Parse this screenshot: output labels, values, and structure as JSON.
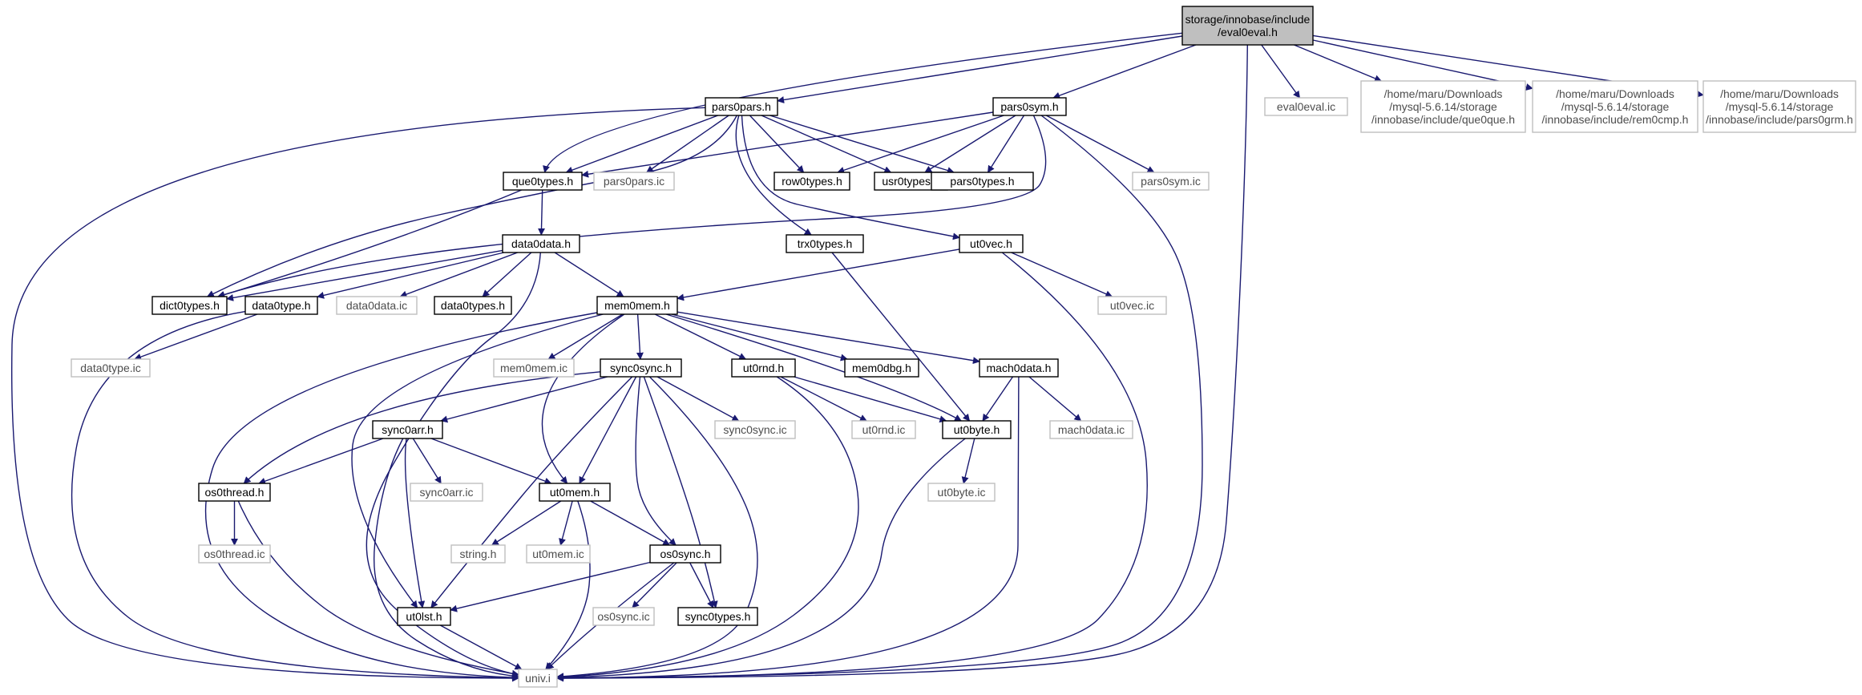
{
  "colors": {
    "edge": "#191970",
    "node_border": "#000000",
    "ext_border": "#bfbfbf",
    "root_fill": "#bfbfbf",
    "ext_text": "#4d4d4d"
  },
  "nodes": [
    {
      "id": "eval0eval_h",
      "label": [
        "storage/innobase/include",
        "/eval0eval.h"
      ],
      "kind": "root"
    },
    {
      "id": "pars0pars_h",
      "label": [
        "pars0pars.h"
      ],
      "kind": "file"
    },
    {
      "id": "pars0sym_h",
      "label": [
        "pars0sym.h"
      ],
      "kind": "file"
    },
    {
      "id": "eval0eval_ic",
      "label": [
        "eval0eval.ic"
      ],
      "kind": "ext"
    },
    {
      "id": "que0que_h",
      "label": [
        "/home/maru/Downloads",
        "/mysql-5.6.14/storage",
        "/innobase/include/que0que.h"
      ],
      "kind": "ext"
    },
    {
      "id": "rem0cmp_h",
      "label": [
        "/home/maru/Downloads",
        "/mysql-5.6.14/storage",
        "/innobase/include/rem0cmp.h"
      ],
      "kind": "ext"
    },
    {
      "id": "pars0grm_h",
      "label": [
        "/home/maru/Downloads",
        "/mysql-5.6.14/storage",
        "/innobase/include/pars0grm.h"
      ],
      "kind": "ext"
    },
    {
      "id": "que0types_h",
      "label": [
        "que0types.h"
      ],
      "kind": "file"
    },
    {
      "id": "pars0pars_ic",
      "label": [
        "pars0pars.ic"
      ],
      "kind": "ext"
    },
    {
      "id": "row0types_h",
      "label": [
        "row0types.h"
      ],
      "kind": "file"
    },
    {
      "id": "usr0types_h",
      "label": [
        "usr0types.h"
      ],
      "kind": "file"
    },
    {
      "id": "pars0types_h",
      "label": [
        "pars0types.h"
      ],
      "kind": "file"
    },
    {
      "id": "pars0sym_ic",
      "label": [
        "pars0sym.ic"
      ],
      "kind": "ext"
    },
    {
      "id": "data0data_h",
      "label": [
        "data0data.h"
      ],
      "kind": "file"
    },
    {
      "id": "trx0types_h",
      "label": [
        "trx0types.h"
      ],
      "kind": "file"
    },
    {
      "id": "ut0vec_h",
      "label": [
        "ut0vec.h"
      ],
      "kind": "file"
    },
    {
      "id": "dict0types_h",
      "label": [
        "dict0types.h"
      ],
      "kind": "file"
    },
    {
      "id": "data0type_h",
      "label": [
        "data0type.h"
      ],
      "kind": "file"
    },
    {
      "id": "data0data_ic",
      "label": [
        "data0data.ic"
      ],
      "kind": "ext"
    },
    {
      "id": "data0types_h",
      "label": [
        "data0types.h"
      ],
      "kind": "file"
    },
    {
      "id": "mem0mem_h",
      "label": [
        "mem0mem.h"
      ],
      "kind": "file"
    },
    {
      "id": "ut0vec_ic",
      "label": [
        "ut0vec.ic"
      ],
      "kind": "ext"
    },
    {
      "id": "data0type_ic",
      "label": [
        "data0type.ic"
      ],
      "kind": "ext"
    },
    {
      "id": "mem0mem_ic",
      "label": [
        "mem0mem.ic"
      ],
      "kind": "ext"
    },
    {
      "id": "sync0sync_h",
      "label": [
        "sync0sync.h"
      ],
      "kind": "file"
    },
    {
      "id": "ut0rnd_h",
      "label": [
        "ut0rnd.h"
      ],
      "kind": "file"
    },
    {
      "id": "mem0dbg_h",
      "label": [
        "mem0dbg.h"
      ],
      "kind": "file"
    },
    {
      "id": "mach0data_h",
      "label": [
        "mach0data.h"
      ],
      "kind": "file"
    },
    {
      "id": "sync0arr_h",
      "label": [
        "sync0arr.h"
      ],
      "kind": "file"
    },
    {
      "id": "sync0sync_ic",
      "label": [
        "sync0sync.ic"
      ],
      "kind": "ext"
    },
    {
      "id": "ut0rnd_ic",
      "label": [
        "ut0rnd.ic"
      ],
      "kind": "ext"
    },
    {
      "id": "ut0byte_h",
      "label": [
        "ut0byte.h"
      ],
      "kind": "file"
    },
    {
      "id": "mach0data_ic",
      "label": [
        "mach0data.ic"
      ],
      "kind": "ext"
    },
    {
      "id": "os0thread_h",
      "label": [
        "os0thread.h"
      ],
      "kind": "file"
    },
    {
      "id": "sync0arr_ic",
      "label": [
        "sync0arr.ic"
      ],
      "kind": "ext"
    },
    {
      "id": "ut0mem_h",
      "label": [
        "ut0mem.h"
      ],
      "kind": "file"
    },
    {
      "id": "ut0byte_ic",
      "label": [
        "ut0byte.ic"
      ],
      "kind": "ext"
    },
    {
      "id": "os0thread_ic",
      "label": [
        "os0thread.ic"
      ],
      "kind": "ext"
    },
    {
      "id": "string_h",
      "label": [
        "string.h"
      ],
      "kind": "ext"
    },
    {
      "id": "ut0mem_ic",
      "label": [
        "ut0mem.ic"
      ],
      "kind": "ext"
    },
    {
      "id": "os0sync_h",
      "label": [
        "os0sync.h"
      ],
      "kind": "file"
    },
    {
      "id": "ut0lst_h",
      "label": [
        "ut0lst.h"
      ],
      "kind": "file"
    },
    {
      "id": "os0sync_ic",
      "label": [
        "os0sync.ic"
      ],
      "kind": "ext"
    },
    {
      "id": "sync0types_h",
      "label": [
        "sync0types.h"
      ],
      "kind": "file"
    },
    {
      "id": "univ_i",
      "label": [
        "univ.i"
      ],
      "kind": "ext"
    }
  ],
  "edges": [
    [
      "eval0eval_h",
      "pars0pars_h"
    ],
    [
      "eval0eval_h",
      "pars0sym_h"
    ],
    [
      "eval0eval_h",
      "que0types_h"
    ],
    [
      "eval0eval_h",
      "eval0eval_ic"
    ],
    [
      "eval0eval_h",
      "que0que_h"
    ],
    [
      "eval0eval_h",
      "rem0cmp_h"
    ],
    [
      "eval0eval_h",
      "pars0grm_h"
    ],
    [
      "eval0eval_h",
      "univ_i"
    ],
    [
      "pars0pars_h",
      "que0types_h"
    ],
    [
      "pars0pars_h",
      "pars0pars_ic"
    ],
    [
      "pars0pars_h",
      "row0types_h"
    ],
    [
      "pars0pars_h",
      "usr0types_h"
    ],
    [
      "pars0pars_h",
      "pars0types_h"
    ],
    [
      "pars0pars_h",
      "trx0types_h"
    ],
    [
      "pars0pars_h",
      "ut0vec_h"
    ],
    [
      "pars0pars_h",
      "dict0types_h"
    ],
    [
      "pars0pars_h",
      "univ_i"
    ],
    [
      "pars0sym_h",
      "que0types_h"
    ],
    [
      "pars0sym_h",
      "row0types_h"
    ],
    [
      "pars0sym_h",
      "usr0types_h"
    ],
    [
      "pars0sym_h",
      "pars0types_h"
    ],
    [
      "pars0sym_h",
      "pars0sym_ic"
    ],
    [
      "pars0sym_h",
      "dict0types_h"
    ],
    [
      "pars0sym_h",
      "univ_i"
    ],
    [
      "que0types_h",
      "data0data_h"
    ],
    [
      "que0types_h",
      "dict0types_h"
    ],
    [
      "data0data_h",
      "dict0types_h"
    ],
    [
      "data0data_h",
      "data0type_h"
    ],
    [
      "data0data_h",
      "data0data_ic"
    ],
    [
      "data0data_h",
      "data0types_h"
    ],
    [
      "data0data_h",
      "mem0mem_h"
    ],
    [
      "data0data_h",
      "univ_i"
    ],
    [
      "trx0types_h",
      "ut0byte_h"
    ],
    [
      "ut0vec_h",
      "mem0mem_h"
    ],
    [
      "ut0vec_h",
      "ut0vec_ic"
    ],
    [
      "ut0vec_h",
      "univ_i"
    ],
    [
      "data0type_h",
      "data0type_ic"
    ],
    [
      "data0type_h",
      "univ_i"
    ],
    [
      "mem0mem_h",
      "mem0mem_ic"
    ],
    [
      "mem0mem_h",
      "sync0sync_h"
    ],
    [
      "mem0mem_h",
      "ut0rnd_h"
    ],
    [
      "mem0mem_h",
      "mem0dbg_h"
    ],
    [
      "mem0mem_h",
      "mach0data_h"
    ],
    [
      "mem0mem_h",
      "ut0byte_h"
    ],
    [
      "mem0mem_h",
      "ut0mem_h"
    ],
    [
      "mem0mem_h",
      "ut0lst_h"
    ],
    [
      "mem0mem_h",
      "univ_i"
    ],
    [
      "sync0sync_h",
      "sync0arr_h"
    ],
    [
      "sync0sync_h",
      "sync0sync_ic"
    ],
    [
      "sync0sync_h",
      "os0thread_h"
    ],
    [
      "sync0sync_h",
      "ut0mem_h"
    ],
    [
      "sync0sync_h",
      "os0sync_h"
    ],
    [
      "sync0sync_h",
      "ut0lst_h"
    ],
    [
      "sync0sync_h",
      "sync0types_h"
    ],
    [
      "sync0sync_h",
      "univ_i"
    ],
    [
      "ut0rnd_h",
      "ut0rnd_ic"
    ],
    [
      "ut0rnd_h",
      "ut0byte_h"
    ],
    [
      "ut0rnd_h",
      "univ_i"
    ],
    [
      "mach0data_h",
      "ut0byte_h"
    ],
    [
      "mach0data_h",
      "mach0data_ic"
    ],
    [
      "mach0data_h",
      "univ_i"
    ],
    [
      "sync0arr_h",
      "os0thread_h"
    ],
    [
      "sync0arr_h",
      "sync0arr_ic"
    ],
    [
      "sync0arr_h",
      "ut0mem_h"
    ],
    [
      "sync0arr_h",
      "ut0lst_h"
    ],
    [
      "sync0arr_h",
      "univ_i"
    ],
    [
      "ut0byte_h",
      "ut0byte_ic"
    ],
    [
      "ut0byte_h",
      "univ_i"
    ],
    [
      "os0thread_h",
      "os0thread_ic"
    ],
    [
      "os0thread_h",
      "univ_i"
    ],
    [
      "ut0mem_h",
      "string_h"
    ],
    [
      "ut0mem_h",
      "ut0mem_ic"
    ],
    [
      "ut0mem_h",
      "os0sync_h"
    ],
    [
      "ut0mem_h",
      "univ_i"
    ],
    [
      "os0sync_h",
      "ut0lst_h"
    ],
    [
      "os0sync_h",
      "os0sync_ic"
    ],
    [
      "os0sync_h",
      "sync0types_h"
    ],
    [
      "os0sync_h",
      "univ_i"
    ],
    [
      "ut0lst_h",
      "univ_i"
    ]
  ]
}
